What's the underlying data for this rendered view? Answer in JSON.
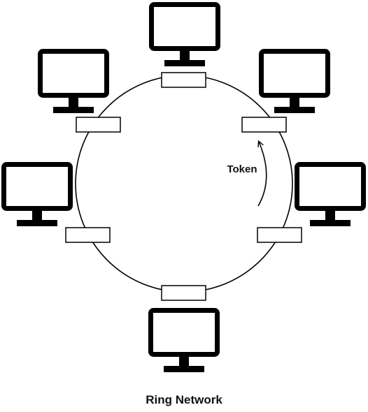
{
  "diagram": {
    "caption": "Ring Network",
    "token_label": "Token",
    "node_count": 6,
    "colors": {
      "stroke": "#000000",
      "background": "#ffffff",
      "text": "#111111"
    }
  }
}
